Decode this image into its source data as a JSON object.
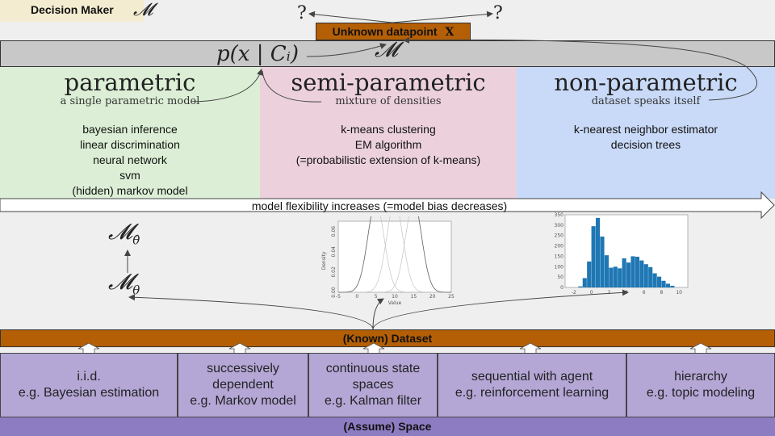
{
  "decision_maker": {
    "label": "Decision Maker",
    "symbol": "𝓜"
  },
  "question_marks": [
    "?",
    "?"
  ],
  "unknown_datapoint": {
    "label": "Unknown datapoint",
    "symbol": "X"
  },
  "likelihood": "p(x | Cᵢ)",
  "model_symbol": "𝓜",
  "columns": [
    {
      "title": "parametric",
      "subtitle": "a single parametric model",
      "items": [
        "bayesian inference",
        "linear discrimination",
        "neural network",
        "svm",
        "(hidden) markov model"
      ]
    },
    {
      "title": "semi-parametric",
      "subtitle": "mixture of densities",
      "items": [
        "k-means clustering",
        "EM algorithm",
        "(=probabilistic extension of k-means)"
      ]
    },
    {
      "title": "non-parametric",
      "subtitle": "dataset speaks itself",
      "items": [
        "k-nearest neighbor estimator",
        "decision trees"
      ]
    }
  ],
  "flexibility_label": "model flexibility increases (=model bias decreases)",
  "param_math": {
    "top": "𝓜",
    "top_sub": "θ̂",
    "bottom": "𝓜",
    "bottom_sub": "θ"
  },
  "density_plot": {
    "ylabel": "Density",
    "xlabel": "Value",
    "xticks": [
      "-5",
      "0",
      "5",
      "10",
      "15",
      "20",
      "25"
    ],
    "yticks": [
      "0.00",
      "0.02",
      "0.04",
      "0.06"
    ]
  },
  "histogram": {
    "xticks": [
      "-2",
      "0",
      "2",
      "4",
      "6",
      "8",
      "10"
    ],
    "yticks": [
      "0",
      "50",
      "100",
      "150",
      "200",
      "250",
      "300",
      "350"
    ],
    "color": "#1f77b4",
    "bins_left": [
      -1.5,
      -1,
      -0.5,
      0,
      0.5,
      1,
      1.5,
      2,
      2.5,
      3,
      3.5,
      4,
      4.5,
      5,
      5.5,
      6,
      6.5,
      7,
      7.5,
      8,
      8.5,
      9
    ],
    "counts": [
      5,
      45,
      125,
      295,
      335,
      245,
      155,
      95,
      100,
      92,
      140,
      120,
      150,
      148,
      130,
      112,
      98,
      68,
      52,
      32,
      18,
      8
    ]
  },
  "known_dataset": "(Known) Dataset",
  "assumptions": [
    {
      "lines": [
        "i.i.d.",
        "e.g. Bayesian estimation"
      ]
    },
    {
      "lines": [
        "successively",
        "dependent",
        "e.g. Markov model"
      ]
    },
    {
      "lines": [
        "continuous state",
        "spaces",
        "e.g. Kalman filter"
      ]
    },
    {
      "lines": [
        "sequential with agent",
        "e.g. reinforcement learning"
      ]
    },
    {
      "lines": [
        "hierarchy",
        "e.g. topic modeling"
      ]
    }
  ],
  "assume_space": "(Assume) Space"
}
